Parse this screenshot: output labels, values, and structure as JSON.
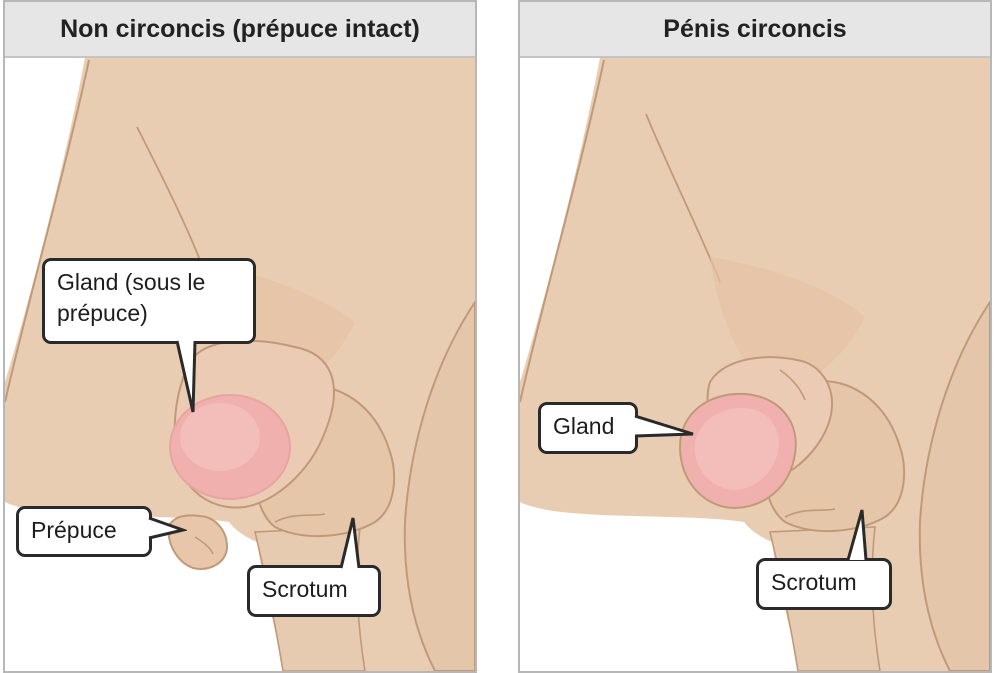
{
  "panels": [
    {
      "title": "Non circoncis (prépuce intact)",
      "labels": {
        "gland": "Gland (sous le prépuce)",
        "gland_line1": "Gland (sous le",
        "gland_line2": "prépuce)",
        "prepuce": "Prépuce",
        "scrotum": "Scrotum"
      }
    },
    {
      "title": "Pénis circoncis",
      "labels": {
        "gland": "Gland",
        "scrotum": "Scrotum"
      }
    }
  ],
  "colors": {
    "skin": "#e9cdb2",
    "skin_shadow": "#dfbb9c",
    "outline": "#c09a78",
    "glans": "#f0b0ad",
    "glans_edge": "#e8a4a0",
    "callout_border": "#2a2a2a",
    "header_bg": "#e6e6e6"
  }
}
